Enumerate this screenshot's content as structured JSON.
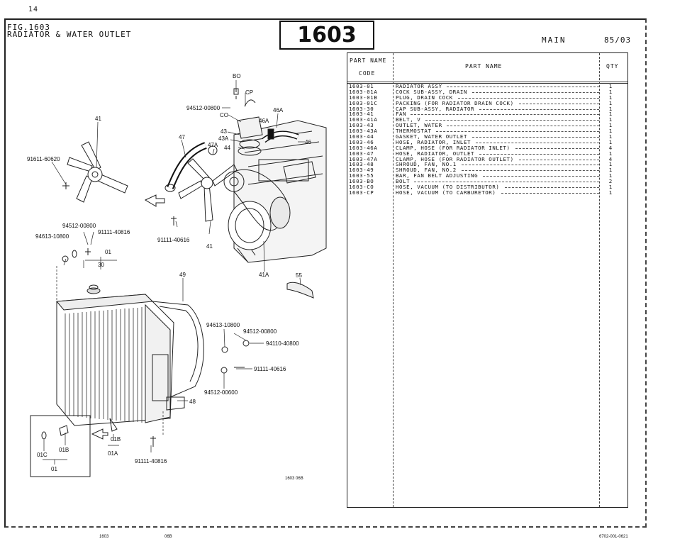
{
  "page_number": "14",
  "figure": {
    "label": "FIG.1603",
    "title": "RADIATOR & WATER OUTLET",
    "number": "1603"
  },
  "model": {
    "name": "MAIN",
    "date": "85/03"
  },
  "table": {
    "header": {
      "part_name_top": "PART NAME",
      "code": "CODE",
      "part_name": "PART  NAME",
      "qty": "QTY"
    },
    "rows": [
      {
        "code": "1603-01",
        "name": "RADIATOR ASSY",
        "qty": "1"
      },
      {
        "code": "1603-01A",
        "name": "COCK SUB-ASSY, DRAIN",
        "qty": "1"
      },
      {
        "code": "1603-01B",
        "name": "PLUG, DRAIN COCK",
        "qty": "1"
      },
      {
        "code": "1603-01C",
        "name": "PACKING (FOR RADIATOR DRAIN COCK)",
        "qty": "1"
      },
      {
        "code": "1603-30",
        "name": "CAP SUB-ASSY, RADIATOR",
        "qty": "1"
      },
      {
        "code": "1603-41",
        "name": "FAN",
        "qty": "1"
      },
      {
        "code": "1603-41A",
        "name": "BELT, V",
        "qty": "1"
      },
      {
        "code": "1603-43",
        "name": "OUTLET, WATER",
        "qty": "1"
      },
      {
        "code": "1603-43A",
        "name": "THERMOSTAT",
        "qty": "1"
      },
      {
        "code": "1603-44",
        "name": "GASKET, WATER OUTLET",
        "qty": "1"
      },
      {
        "code": "1603-46",
        "name": "HOSE, RADIATOR, INLET",
        "qty": "1"
      },
      {
        "code": "1603-46A",
        "name": "CLAMP, HOSE (FOR RADIATOR INLET)",
        "qty": "4"
      },
      {
        "code": "1603-47",
        "name": "HOSE, RADIATOR, OUTLET",
        "qty": "1"
      },
      {
        "code": "1603-47A",
        "name": "CLAMP, HOSE (FOR RADIATOR OUTLET)",
        "qty": "4"
      },
      {
        "code": "1603-48",
        "name": "SHROUD, FAN, NO.1",
        "qty": "1"
      },
      {
        "code": "1603-49",
        "name": "SHROUD, FAN, NO.2",
        "qty": "1"
      },
      {
        "code": "1603-55",
        "name": "BAR, FAN BELT ADJUSTING",
        "qty": "1"
      },
      {
        "code": "1603-BO",
        "name": "BOLT",
        "qty": "2"
      },
      {
        "code": "1603-CO",
        "name": "HOSE, VACUUM (TO DISTRIBUTOR)",
        "qty": "1"
      },
      {
        "code": "1603-CP",
        "name": "HOSE, VACUUM (TO CARBURETOR)",
        "qty": "1"
      }
    ]
  },
  "callouts": {
    "bo": "BO",
    "cp": "CP",
    "co": "CO",
    "p94512_00800_top": "94512-00800",
    "p46a": "46A",
    "p43": "43",
    "p43a": "43A",
    "p47a": "47A",
    "p44": "44",
    "p46": "46",
    "p41_top": "41",
    "p47": "47",
    "p91611": "91611-60620",
    "p94512_00800_mid": "94512-00800",
    "p94613_10800_left": "94613-10800",
    "p91111_40816_top": "91111-40816",
    "p91111_40616_top": "91111-40616",
    "p41_bottom": "41",
    "p01": "01",
    "p30": "30",
    "p49": "49",
    "p41a": "41A",
    "p55": "55",
    "p94613_10800_right": "94613-10800",
    "p94512_00800_right": "94512-00800",
    "p94110_40800": "94110-40800",
    "p91111_40616_right": "91111-40616",
    "p94512_00600": "94512-00600",
    "p48": "48",
    "p01c": "01C",
    "p01b_inset": "01B",
    "p01_inset": "01",
    "p01b": "01B",
    "p01a": "01A",
    "p91111_40816_bottom": "91111-40816"
  },
  "drawing_code": "1603 06B",
  "footer": {
    "left": "1603",
    "middle": "06B",
    "right": "6702-001-0621"
  }
}
